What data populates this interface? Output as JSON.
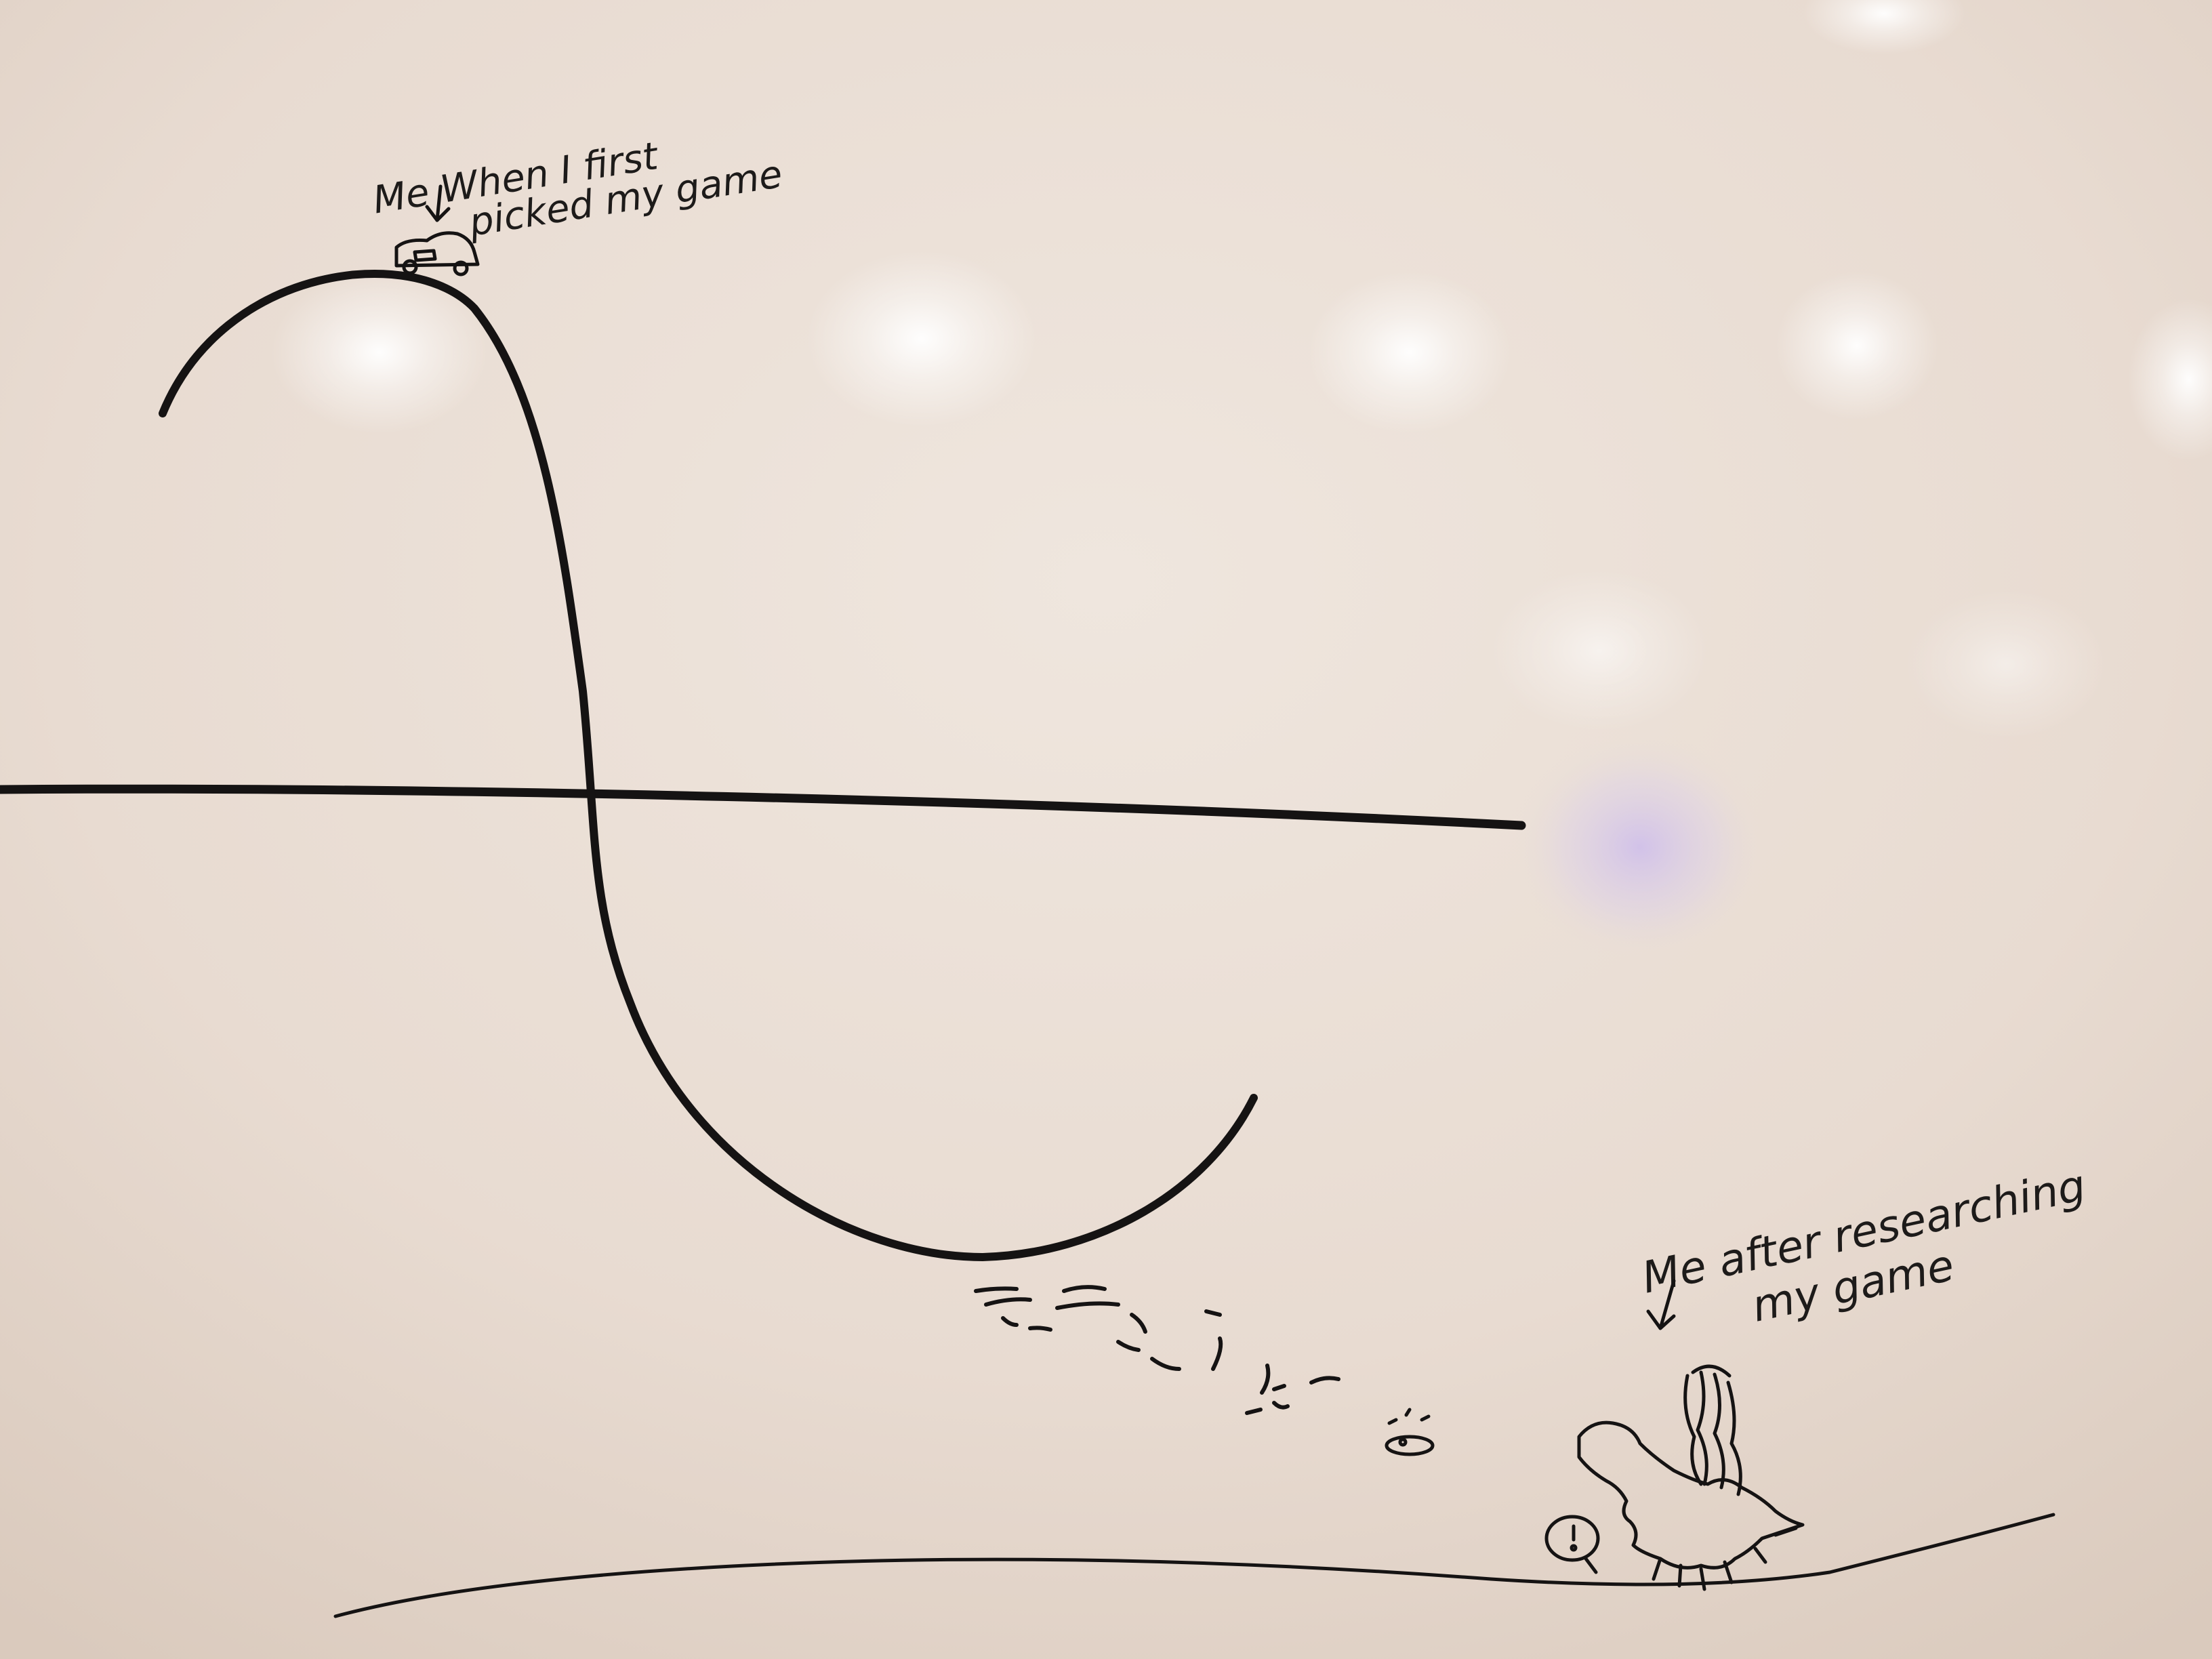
{
  "annotations": {
    "top_line1": "Me When I first",
    "top_line2": "picked my game",
    "bottom_line1": "Me after researching",
    "bottom_line2": "my game"
  },
  "colors": {
    "board": "#e9ddd3",
    "marker": "#151313",
    "glare": "#ffffff",
    "purple_glare": "#c9b8ef"
  }
}
